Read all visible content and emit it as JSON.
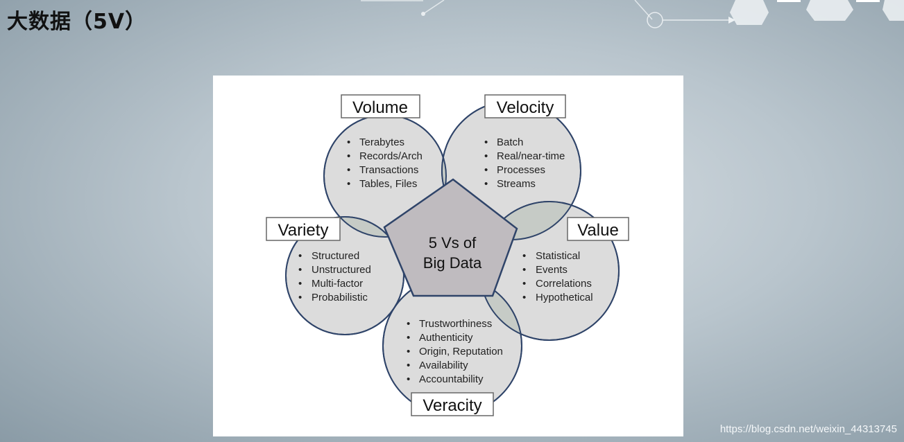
{
  "slide": {
    "title": "大数据（5V）",
    "watermark": "https://blog.csdn.net/weixin_44313745"
  },
  "diagram": {
    "center": {
      "line1": "5 Vs of",
      "line2": "Big Data"
    },
    "petals": {
      "volume": {
        "label": "Volume",
        "items": [
          "Terabytes",
          "Records/Arch",
          "Transactions",
          "Tables, Files"
        ]
      },
      "velocity": {
        "label": "Velocity",
        "items": [
          "Batch",
          "Real/near-time",
          "Processes",
          "Streams"
        ]
      },
      "variety": {
        "label": "Variety",
        "items": [
          "Structured",
          "Unstructured",
          "Multi-factor",
          "Probabilistic"
        ]
      },
      "value": {
        "label": "Value",
        "items": [
          "Statistical",
          "Events",
          "Correlations",
          "Hypothetical"
        ]
      },
      "veracity": {
        "label": "Veracity",
        "items": [
          "Trustworthiness",
          "Authenticity",
          "Origin, Reputation",
          "Availability",
          "Accountability"
        ]
      }
    },
    "colors": {
      "circle_fill": "#dcdcdc",
      "circle_stroke": "#2f4469",
      "overlap_fill": "#c6cbc6",
      "pentagon_fill": "#bfbbbf",
      "pentagon_stroke": "#2f4469"
    }
  }
}
